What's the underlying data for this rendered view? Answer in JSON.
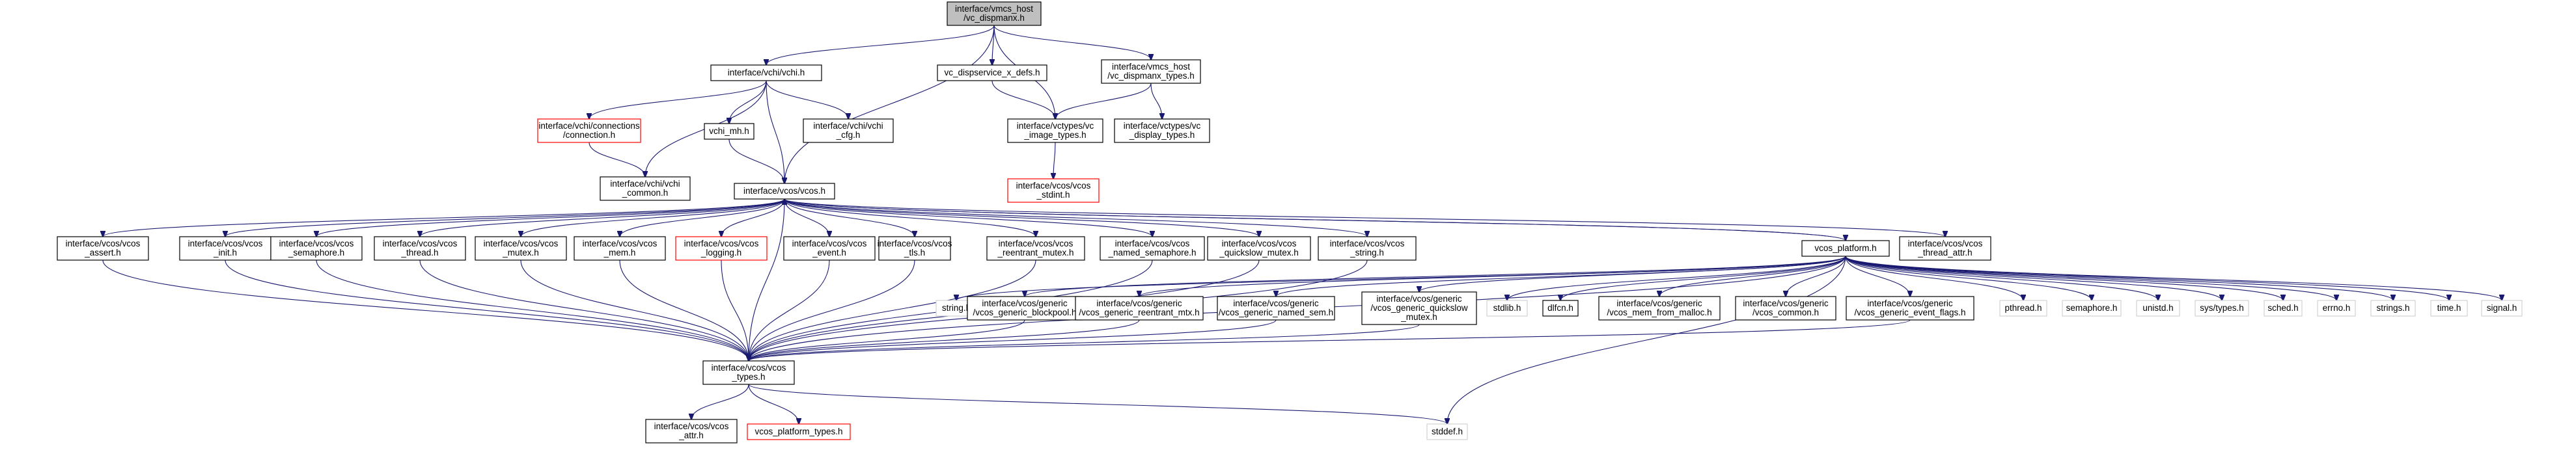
{
  "diagram_title": "",
  "colors": {
    "edge": "#191970",
    "root_fill": "#bfbfbf",
    "node_border": "#000000",
    "missing_border": "#ff0000",
    "plain_border": "#d3d3d3"
  },
  "nodes": [
    {
      "id": "root",
      "lines": [
        "interface/vmcs_host",
        "/vc_dispmanx.h"
      ],
      "style": "root"
    },
    {
      "id": "vchi_h",
      "lines": [
        "interface/vchi/vchi.h"
      ],
      "style": "normal"
    },
    {
      "id": "dispservice",
      "lines": [
        "vc_dispservice_x_defs.h"
      ],
      "style": "normal"
    },
    {
      "id": "dispmanx_types",
      "lines": [
        "interface/vmcs_host",
        "/vc_dispmanx_types.h"
      ],
      "style": "normal"
    },
    {
      "id": "connection",
      "lines": [
        "interface/vchi/connections",
        "/connection.h"
      ],
      "style": "missing"
    },
    {
      "id": "vchi_mh",
      "lines": [
        "vchi_mh.h"
      ],
      "style": "normal"
    },
    {
      "id": "vchi_cfg",
      "lines": [
        "interface/vchi/vchi",
        "_cfg.h"
      ],
      "style": "normal"
    },
    {
      "id": "image_types",
      "lines": [
        "interface/vctypes/vc",
        "_image_types.h"
      ],
      "style": "normal"
    },
    {
      "id": "display_types",
      "lines": [
        "interface/vctypes/vc",
        "_display_types.h"
      ],
      "style": "normal"
    },
    {
      "id": "vchi_common",
      "lines": [
        "interface/vchi/vchi",
        "_common.h"
      ],
      "style": "normal"
    },
    {
      "id": "vcos_stdint",
      "lines": [
        "interface/vcos/vcos",
        "_stdint.h"
      ],
      "style": "missing"
    },
    {
      "id": "vcos_h",
      "lines": [
        "interface/vcos/vcos.h"
      ],
      "style": "normal"
    },
    {
      "id": "assert",
      "lines": [
        "interface/vcos/vcos",
        "_assert.h"
      ],
      "style": "normal"
    },
    {
      "id": "init",
      "lines": [
        "interface/vcos/vcos",
        "_init.h"
      ],
      "style": "normal"
    },
    {
      "id": "semaphore_v",
      "lines": [
        "interface/vcos/vcos",
        "_semaphore.h"
      ],
      "style": "normal"
    },
    {
      "id": "thread",
      "lines": [
        "interface/vcos/vcos",
        "_thread.h"
      ],
      "style": "normal"
    },
    {
      "id": "mutex",
      "lines": [
        "interface/vcos/vcos",
        "_mutex.h"
      ],
      "style": "normal"
    },
    {
      "id": "mem",
      "lines": [
        "interface/vcos/vcos",
        "_mem.h"
      ],
      "style": "normal"
    },
    {
      "id": "logging",
      "lines": [
        "interface/vcos/vcos",
        "_logging.h"
      ],
      "style": "missing"
    },
    {
      "id": "event",
      "lines": [
        "interface/vcos/vcos",
        "_event.h"
      ],
      "style": "normal"
    },
    {
      "id": "tls",
      "lines": [
        "interface/vcos/vcos",
        "_tls.h"
      ],
      "style": "normal"
    },
    {
      "id": "reentrant",
      "lines": [
        "interface/vcos/vcos",
        "_reentrant_mutex.h"
      ],
      "style": "normal"
    },
    {
      "id": "named_sem",
      "lines": [
        "interface/vcos/vcos",
        "_named_semaphore.h"
      ],
      "style": "normal"
    },
    {
      "id": "quickslow",
      "lines": [
        "interface/vcos/vcos",
        "_quickslow_mutex.h"
      ],
      "style": "normal"
    },
    {
      "id": "string_v",
      "lines": [
        "interface/vcos/vcos",
        "_string.h"
      ],
      "style": "normal"
    },
    {
      "id": "platform",
      "lines": [
        "vcos_platform.h"
      ],
      "style": "normal"
    },
    {
      "id": "thread_attr",
      "lines": [
        "interface/vcos/vcos",
        "_thread_attr.h"
      ],
      "style": "normal"
    },
    {
      "id": "string_h",
      "lines": [
        "string.h"
      ],
      "style": "plain"
    },
    {
      "id": "gen_blockpool",
      "lines": [
        "interface/vcos/generic",
        "/vcos_generic_blockpool.h"
      ],
      "style": "normal"
    },
    {
      "id": "gen_reentrant",
      "lines": [
        "interface/vcos/generic",
        "/vcos_generic_reentrant_mtx.h"
      ],
      "style": "normal"
    },
    {
      "id": "gen_named_sem",
      "lines": [
        "interface/vcos/generic",
        "/vcos_generic_named_sem.h"
      ],
      "style": "normal"
    },
    {
      "id": "gen_quickslow",
      "lines": [
        "interface/vcos/generic",
        "/vcos_generic_quickslow",
        "_mutex.h"
      ],
      "style": "normal"
    },
    {
      "id": "stdlib",
      "lines": [
        "stdlib.h"
      ],
      "style": "plain"
    },
    {
      "id": "dlfcn",
      "lines": [
        "dlfcn.h"
      ],
      "style": "normal"
    },
    {
      "id": "mem_malloc",
      "lines": [
        "interface/vcos/generic",
        "/vcos_mem_from_malloc.h"
      ],
      "style": "normal"
    },
    {
      "id": "vcos_common",
      "lines": [
        "interface/vcos/generic",
        "/vcos_common.h"
      ],
      "style": "normal"
    },
    {
      "id": "event_flags",
      "lines": [
        "interface/vcos/generic",
        "/vcos_generic_event_flags.h"
      ],
      "style": "normal"
    },
    {
      "id": "pthread",
      "lines": [
        "pthread.h"
      ],
      "style": "plain"
    },
    {
      "id": "semaphore_h",
      "lines": [
        "semaphore.h"
      ],
      "style": "plain"
    },
    {
      "id": "unistd",
      "lines": [
        "unistd.h"
      ],
      "style": "plain"
    },
    {
      "id": "sys_types",
      "lines": [
        "sys/types.h"
      ],
      "style": "plain"
    },
    {
      "id": "sched",
      "lines": [
        "sched.h"
      ],
      "style": "plain"
    },
    {
      "id": "errno",
      "lines": [
        "errno.h"
      ],
      "style": "plain"
    },
    {
      "id": "strings",
      "lines": [
        "strings.h"
      ],
      "style": "plain"
    },
    {
      "id": "time",
      "lines": [
        "time.h"
      ],
      "style": "plain"
    },
    {
      "id": "signal",
      "lines": [
        "signal.h"
      ],
      "style": "plain"
    },
    {
      "id": "vcos_types",
      "lines": [
        "interface/vcos/vcos",
        "_types.h"
      ],
      "style": "normal"
    },
    {
      "id": "vcos_attr",
      "lines": [
        "interface/vcos/vcos",
        "_attr.h"
      ],
      "style": "normal"
    },
    {
      "id": "platform_types",
      "lines": [
        "vcos_platform_types.h"
      ],
      "style": "missing"
    },
    {
      "id": "stddef",
      "lines": [
        "stddef.h"
      ],
      "style": "plain"
    }
  ],
  "edges": [
    [
      "root",
      "vchi_h"
    ],
    [
      "root",
      "dispservice"
    ],
    [
      "root",
      "dispmanx_types"
    ],
    [
      "root",
      "image_types"
    ],
    [
      "root",
      "vcos_h"
    ],
    [
      "vchi_h",
      "connection"
    ],
    [
      "vchi_h",
      "vchi_mh"
    ],
    [
      "vchi_h",
      "vchi_cfg"
    ],
    [
      "vchi_h",
      "vchi_common"
    ],
    [
      "vchi_h",
      "vcos_h"
    ],
    [
      "dispservice",
      "image_types"
    ],
    [
      "dispmanx_types",
      "image_types"
    ],
    [
      "dispmanx_types",
      "display_types"
    ],
    [
      "image_types",
      "vcos_stdint"
    ],
    [
      "connection",
      "vchi_common"
    ],
    [
      "vchi_mh",
      "vcos_h"
    ],
    [
      "vcos_h",
      "assert"
    ],
    [
      "vcos_h",
      "init"
    ],
    [
      "vcos_h",
      "semaphore_v"
    ],
    [
      "vcos_h",
      "thread"
    ],
    [
      "vcos_h",
      "mutex"
    ],
    [
      "vcos_h",
      "mem"
    ],
    [
      "vcos_h",
      "logging"
    ],
    [
      "vcos_h",
      "event"
    ],
    [
      "vcos_h",
      "tls"
    ],
    [
      "vcos_h",
      "reentrant"
    ],
    [
      "vcos_h",
      "named_sem"
    ],
    [
      "vcos_h",
      "quickslow"
    ],
    [
      "vcos_h",
      "string_v"
    ],
    [
      "vcos_h",
      "platform"
    ],
    [
      "vcos_h",
      "thread_attr"
    ],
    [
      "vcos_h",
      "vcos_types"
    ],
    [
      "assert",
      "vcos_types"
    ],
    [
      "init",
      "vcos_types"
    ],
    [
      "semaphore_v",
      "vcos_types"
    ],
    [
      "thread",
      "vcos_types"
    ],
    [
      "mutex",
      "vcos_types"
    ],
    [
      "mem",
      "vcos_types"
    ],
    [
      "logging",
      "vcos_types"
    ],
    [
      "event",
      "vcos_types"
    ],
    [
      "tls",
      "vcos_types"
    ],
    [
      "reentrant",
      "vcos_types"
    ],
    [
      "named_sem",
      "vcos_types"
    ],
    [
      "quickslow",
      "vcos_types"
    ],
    [
      "string_v",
      "vcos_types"
    ],
    [
      "platform",
      "vcos_h"
    ],
    [
      "platform",
      "string_h"
    ],
    [
      "platform",
      "gen_blockpool"
    ],
    [
      "platform",
      "gen_reentrant"
    ],
    [
      "platform",
      "gen_named_sem"
    ],
    [
      "platform",
      "gen_quickslow"
    ],
    [
      "platform",
      "stdlib"
    ],
    [
      "platform",
      "dlfcn"
    ],
    [
      "platform",
      "mem_malloc"
    ],
    [
      "platform",
      "vcos_common"
    ],
    [
      "platform",
      "event_flags"
    ],
    [
      "platform",
      "pthread"
    ],
    [
      "platform",
      "semaphore_h"
    ],
    [
      "platform",
      "unistd"
    ],
    [
      "platform",
      "sys_types"
    ],
    [
      "platform",
      "sched"
    ],
    [
      "platform",
      "errno"
    ],
    [
      "platform",
      "strings"
    ],
    [
      "platform",
      "time"
    ],
    [
      "platform",
      "signal"
    ],
    [
      "platform",
      "stddef"
    ],
    [
      "platform",
      "vcos_types"
    ],
    [
      "gen_blockpool",
      "vcos_types"
    ],
    [
      "gen_reentrant",
      "vcos_types"
    ],
    [
      "gen_named_sem",
      "vcos_types"
    ],
    [
      "gen_quickslow",
      "vcos_types"
    ],
    [
      "event_flags",
      "vcos_types"
    ],
    [
      "vcos_types",
      "vcos_attr"
    ],
    [
      "vcos_types",
      "platform_types"
    ],
    [
      "vcos_types",
      "stddef"
    ]
  ]
}
